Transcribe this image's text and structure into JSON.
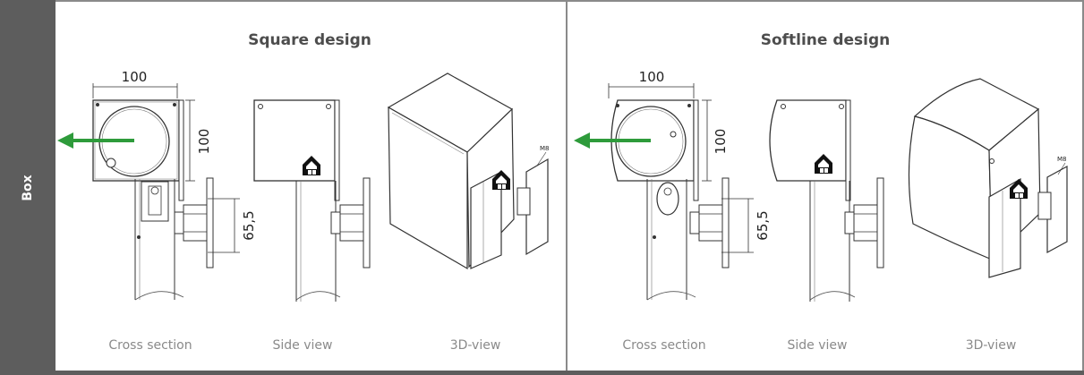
{
  "sidebar": {
    "label": "Box"
  },
  "panels": [
    {
      "title": "Square design",
      "dims": {
        "width": "100",
        "height": "100",
        "offset": "65,5"
      },
      "bolt": "M8",
      "captions": [
        "Cross section",
        "Side view",
        "3D-view"
      ]
    },
    {
      "title": "Softline design",
      "dims": {
        "width": "100",
        "height": "100",
        "offset": "65,5"
      },
      "bolt": "M8",
      "captions": [
        "Cross section",
        "Side view",
        "3D-view"
      ]
    }
  ],
  "colors": {
    "sidebar": "#5d5d5d",
    "border": "#8a8a8a",
    "arrow": "#2e9b3b",
    "title": "#4d4d4d",
    "caption": "#8a8a8a"
  },
  "icons": [
    "arrow-left-icon",
    "logo-mark-icon"
  ]
}
